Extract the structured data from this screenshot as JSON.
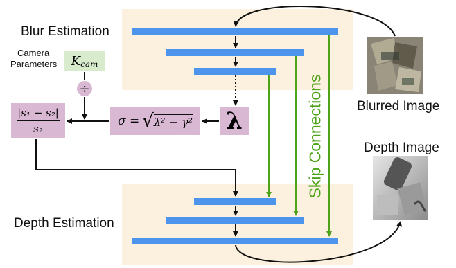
{
  "labels": {
    "blur_estimation": "Blur Estimation",
    "depth_estimation": "Depth Estimation",
    "skip_connections": "Skip Connections",
    "camera_parameters_line1": "Camera",
    "camera_parameters_line2": "Parameters",
    "blurred_image": "Blurred Image",
    "depth_image": "Depth Image"
  },
  "formulas": {
    "k_cam_base": "K",
    "k_cam_sub": "cam",
    "divide_symbol": "÷",
    "lambda": "λ",
    "sigma_lhs": "σ =",
    "sigma_radicand": "λ² − γ²",
    "ratio_numerator": "|s₁ − s₂|",
    "ratio_denominator": "s₂"
  },
  "colors": {
    "panel": "#fcf1df",
    "bar": "#4d94ec",
    "skip": "#4fa31a",
    "k_cam_box": "#d8ebcd",
    "formula_box": "#d9b8d4",
    "divide_circle": "#d9b8d4"
  }
}
